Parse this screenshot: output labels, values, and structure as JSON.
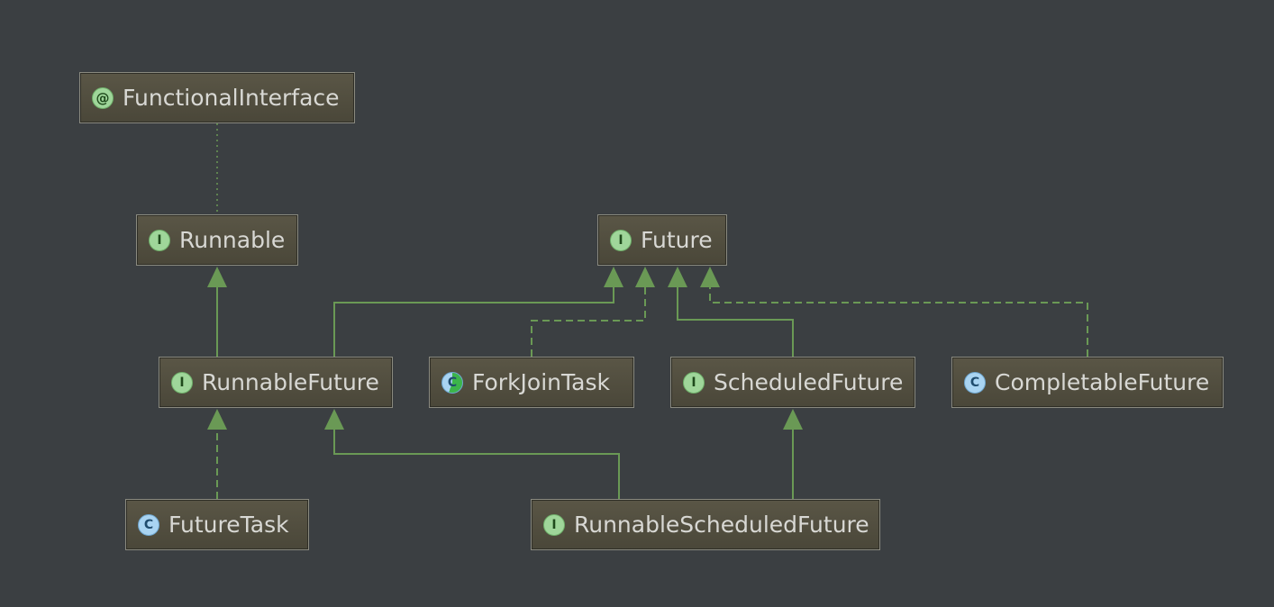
{
  "colors": {
    "background": "#3b3f42",
    "edge": "#6a9955",
    "node_fill": "#4f4c3e",
    "node_border": "#8a8a80"
  },
  "nodes": {
    "functional_interface": {
      "label": "FunctionalInterface",
      "kind": "annotation",
      "badge": "@"
    },
    "runnable": {
      "label": "Runnable",
      "kind": "interface",
      "badge": "I"
    },
    "future": {
      "label": "Future",
      "kind": "interface",
      "badge": "I"
    },
    "runnable_future": {
      "label": "RunnableFuture",
      "kind": "interface",
      "badge": "I"
    },
    "fork_join_task": {
      "label": "ForkJoinTask",
      "kind": "abstract-class",
      "badge": "C"
    },
    "scheduled_future": {
      "label": "ScheduledFuture",
      "kind": "interface",
      "badge": "I"
    },
    "completable_future": {
      "label": "CompletableFuture",
      "kind": "class",
      "badge": "C"
    },
    "future_task": {
      "label": "FutureTask",
      "kind": "class",
      "badge": "C"
    },
    "runnable_scheduled_future": {
      "label": "RunnableScheduledFuture",
      "kind": "interface",
      "badge": "I"
    }
  },
  "edges": [
    {
      "from": "runnable",
      "to": "functional_interface",
      "type": "annotated"
    },
    {
      "from": "runnable_future",
      "to": "runnable",
      "type": "extends"
    },
    {
      "from": "runnable_future",
      "to": "future",
      "type": "extends"
    },
    {
      "from": "fork_join_task",
      "to": "future",
      "type": "implements"
    },
    {
      "from": "scheduled_future",
      "to": "future",
      "type": "extends"
    },
    {
      "from": "completable_future",
      "to": "future",
      "type": "implements"
    },
    {
      "from": "future_task",
      "to": "runnable_future",
      "type": "implements"
    },
    {
      "from": "runnable_scheduled_future",
      "to": "runnable_future",
      "type": "extends"
    },
    {
      "from": "runnable_scheduled_future",
      "to": "scheduled_future",
      "type": "extends"
    }
  ]
}
